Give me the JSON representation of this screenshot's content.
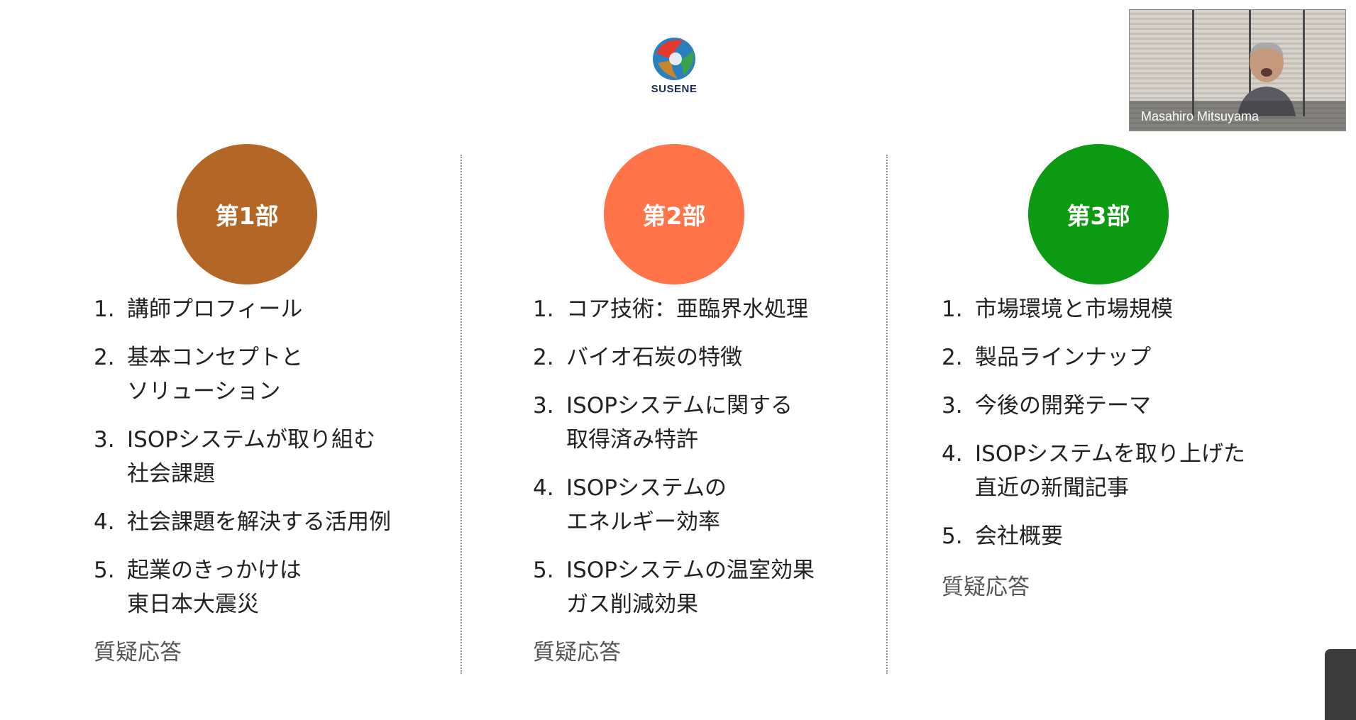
{
  "logo": {
    "text": "SUSENE"
  },
  "video": {
    "participant_name": "Masahiro Mitsuyama"
  },
  "parts": [
    {
      "title": "第1部",
      "color": "#b36625",
      "items": [
        {
          "num": "1.",
          "text": "講師プロフィール"
        },
        {
          "num": "2.",
          "text": "基本コンセプトと\nソリューション"
        },
        {
          "num": "3.",
          "text": "ISOPシステムが取り組む\n社会課題"
        },
        {
          "num": "4.",
          "text": "社会課題を解決する活用例"
        },
        {
          "num": "5.",
          "text": "起業のきっかけは\n東日本大震災"
        }
      ],
      "qa": "質疑応答"
    },
    {
      "title": "第2部",
      "color": "#ff7448",
      "items": [
        {
          "num": "1.",
          "text": "コア技術：亜臨界水処理"
        },
        {
          "num": "2.",
          "text": "バイオ石炭の特徴"
        },
        {
          "num": "3.",
          "text": "ISOPシステムに関する\n取得済み特許"
        },
        {
          "num": "4.",
          "text": "ISOPシステムの\nエネルギー効率"
        },
        {
          "num": "5.",
          "text": "ISOPシステムの温室効果\nガス削減効果"
        }
      ],
      "qa": "質疑応答"
    },
    {
      "title": "第3部",
      "color": "#0b9a12",
      "items": [
        {
          "num": "1.",
          "text": "市場環境と市場規模"
        },
        {
          "num": "2.",
          "text": "製品ラインナップ"
        },
        {
          "num": "3.",
          "text": "今後の開発テーマ"
        },
        {
          "num": "4.",
          "text": "ISOPシステムを取り上げた\n直近の新聞記事"
        },
        {
          "num": "5.",
          "text": "会社概要"
        }
      ],
      "qa": "質疑応答"
    }
  ]
}
